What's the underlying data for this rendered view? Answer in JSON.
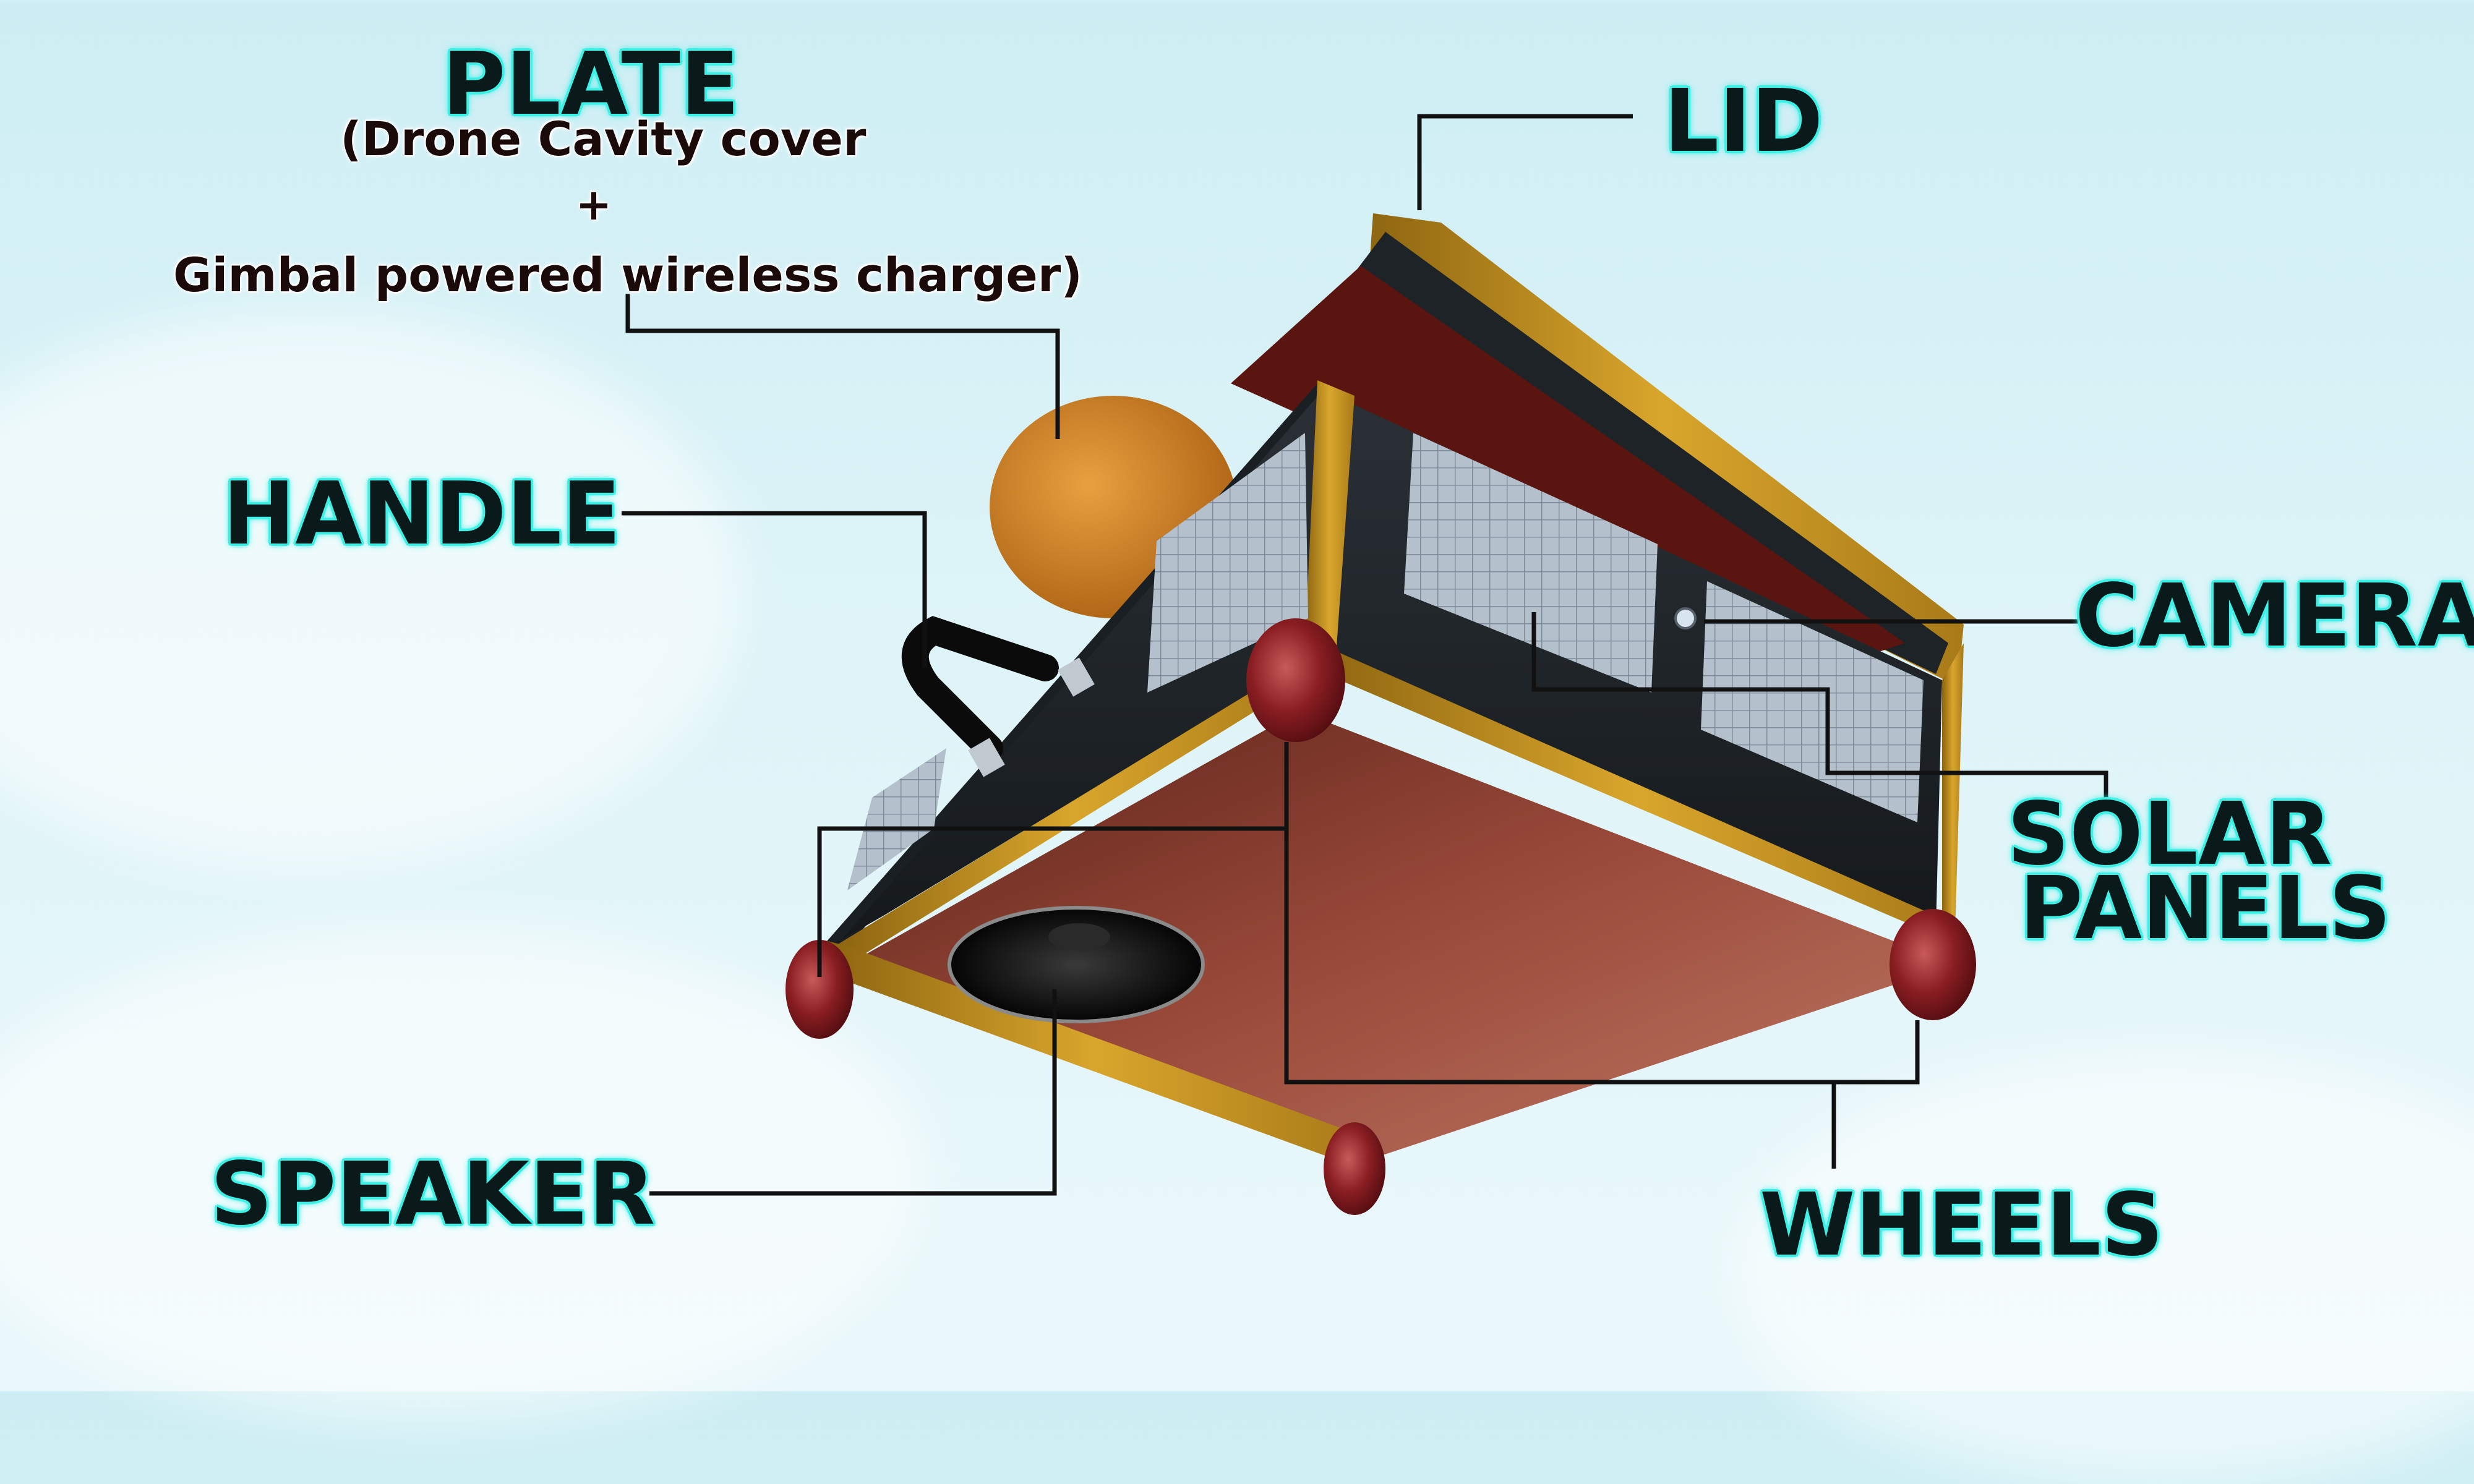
{
  "labels": {
    "plate": "PLATE",
    "plate_line1": "(Drone Cavity cover",
    "plate_line2": "+",
    "plate_line3": "Gimbal powered wireless charger)",
    "lid": "LID",
    "handle": "HANDLE",
    "camera": "CAMERA",
    "solar_line1": "SOLAR",
    "solar_line2": "PANELS",
    "speaker": "SPEAKER",
    "wheels": "WHEELS"
  },
  "colors": {
    "label_glow": "#3ff0e6",
    "label_text": "#0a1a1a",
    "leader_line": "#111111",
    "frame_gold": "#c9961f",
    "panel_dark": "#1c2328",
    "body_copper": "#8a3a2a",
    "wheel_red": "#7a1a1c",
    "solar_cell": "#a9b6c3"
  }
}
